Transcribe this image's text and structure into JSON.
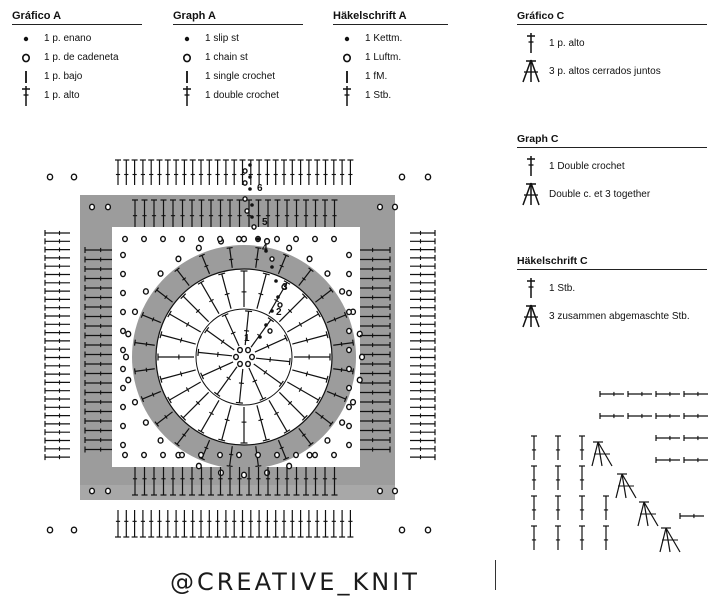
{
  "legend_a": [
    {
      "id": "es",
      "title": "Gráfico A",
      "items": [
        {
          "icon": "slip-stitch-icon",
          "label": "1 p. enano"
        },
        {
          "icon": "chain-stitch-icon",
          "label": "1 p. de cadeneta"
        },
        {
          "icon": "single-crochet-icon",
          "label": "1 p. bajo"
        },
        {
          "icon": "double-crochet-icon",
          "label": "1 p. alto"
        }
      ]
    },
    {
      "id": "en",
      "title": "Graph A",
      "items": [
        {
          "icon": "slip-stitch-icon",
          "label": "1 slip st"
        },
        {
          "icon": "chain-stitch-icon",
          "label": "1 chain st"
        },
        {
          "icon": "single-crochet-icon",
          "label": "1 single crochet"
        },
        {
          "icon": "double-crochet-icon",
          "label": "1 double crochet"
        }
      ]
    },
    {
      "id": "de",
      "title": "Häkelschrift A",
      "items": [
        {
          "icon": "slip-stitch-icon",
          "label": "1 Kettm."
        },
        {
          "icon": "chain-stitch-icon",
          "label": "1 Luftm."
        },
        {
          "icon": "single-crochet-icon",
          "label": "1 fM."
        },
        {
          "icon": "double-crochet-icon",
          "label": "1 Stb."
        }
      ]
    }
  ],
  "legend_c": [
    {
      "id": "es",
      "title": "Gráfico C",
      "items": [
        {
          "icon": "double-crochet-icon",
          "label": "1 p. alto"
        },
        {
          "icon": "dc3tog-icon",
          "label": "3 p. altos cerrados juntos"
        }
      ]
    },
    {
      "id": "en",
      "title": "Graph C",
      "items": [
        {
          "icon": "double-crochet-icon",
          "label": "1 Double crochet"
        },
        {
          "icon": "dc3tog-icon",
          "label": "Double c.      et 3 together"
        }
      ]
    },
    {
      "id": "de",
      "title": "Häkelschrift C",
      "items": [
        {
          "icon": "double-crochet-icon",
          "label": "1 Stb."
        },
        {
          "icon": "dc3tog-icon",
          "label": "3 zusammen abgemaschte Stb."
        }
      ]
    }
  ],
  "diagram": {
    "round_numbers": [
      "1",
      "2",
      "3",
      "4",
      "5",
      "6"
    ]
  },
  "watermark": "@CREATIVE_KNIT"
}
